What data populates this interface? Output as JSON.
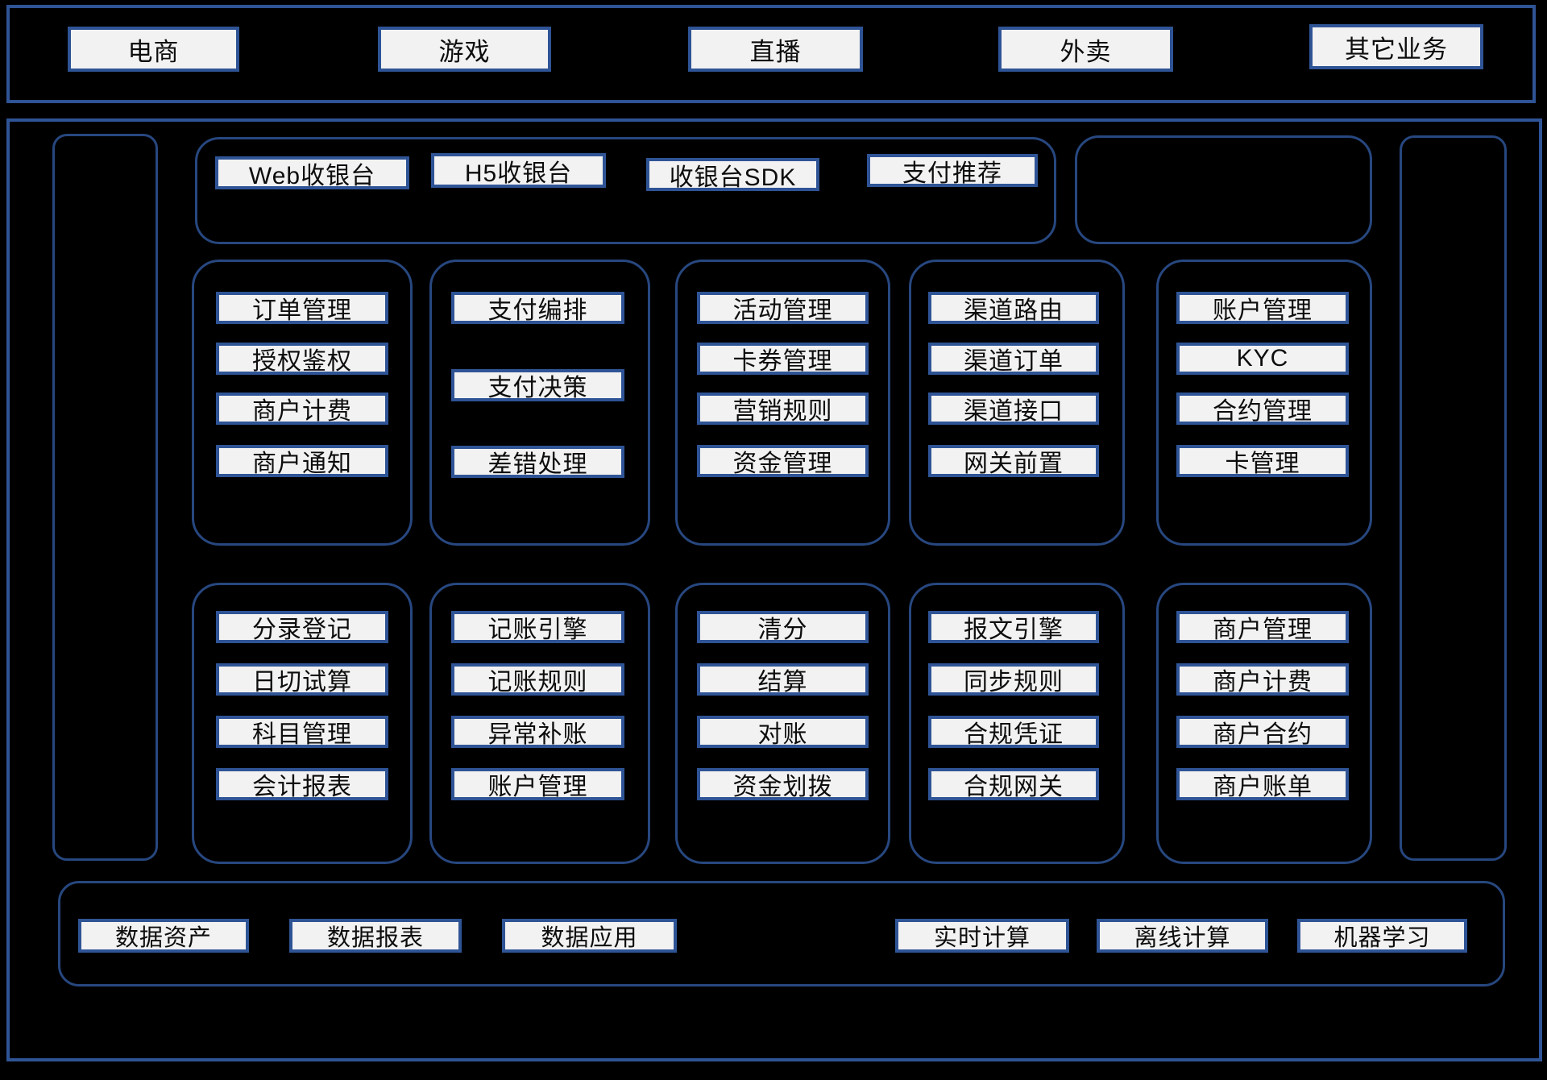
{
  "diagram": {
    "business_layer": {
      "items": [
        "电商",
        "游戏",
        "直播",
        "外卖",
        "其它业务"
      ]
    },
    "access_layer": {
      "items": [
        "Web收银台",
        "H5收银台",
        "收银台SDK",
        "支付推荐"
      ]
    },
    "row1": {
      "modules": [
        {
          "items": [
            "订单管理",
            "授权鉴权",
            "商户计费",
            "商户通知"
          ]
        },
        {
          "items": [
            "支付编排",
            "支付决策",
            "差错处理"
          ]
        },
        {
          "items": [
            "活动管理",
            "卡券管理",
            "营销规则",
            "资金管理"
          ]
        },
        {
          "items": [
            "渠道路由",
            "渠道订单",
            "渠道接口",
            "网关前置"
          ]
        },
        {
          "items": [
            "账户管理",
            "KYC",
            "合约管理",
            "卡管理"
          ]
        }
      ]
    },
    "row2": {
      "modules": [
        {
          "items": [
            "分录登记",
            "日切试算",
            "科目管理",
            "会计报表"
          ]
        },
        {
          "items": [
            "记账引擎",
            "记账规则",
            "异常补账",
            "账户管理"
          ]
        },
        {
          "items": [
            "清分",
            "结算",
            "对账",
            "资金划拨"
          ]
        },
        {
          "items": [
            "报文引擎",
            "同步规则",
            "合规凭证",
            "合规网关"
          ]
        },
        {
          "items": [
            "商户管理",
            "商户计费",
            "商户合约",
            "商户账单"
          ]
        }
      ]
    },
    "data_layer": {
      "items": [
        "数据资产",
        "数据报表",
        "数据应用",
        "实时计算",
        "离线计算",
        "机器学习"
      ]
    },
    "colors": {
      "background": "#000000",
      "border_blue": "#2f5496",
      "container_border": "#27477f",
      "box_fill": "#f2f2f2",
      "text": "#0d0d0d"
    }
  }
}
